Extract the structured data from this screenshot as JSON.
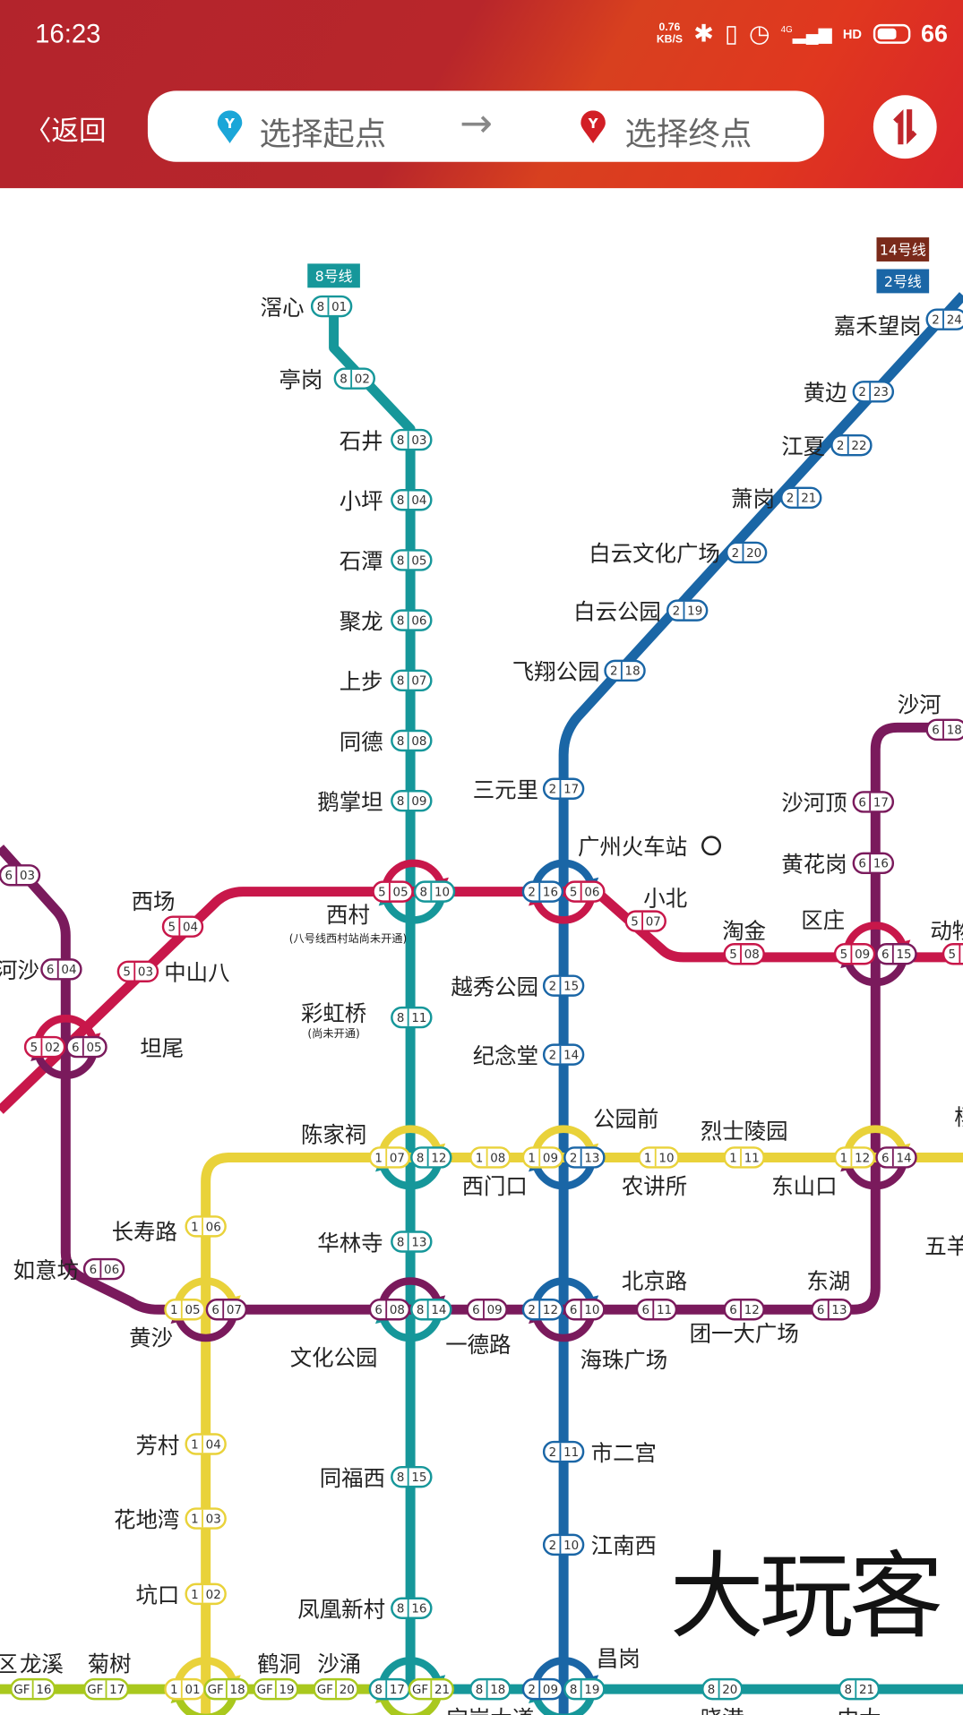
{
  "status_bar": {
    "time": "16:23",
    "speed_value": "0.76",
    "speed_unit": "KB/S",
    "network": "4G",
    "battery": "66"
  },
  "header": {
    "back_label": "返回",
    "start_placeholder": "选择起点",
    "end_placeholder": "选择终点",
    "arrow": "→"
  },
  "colors": {
    "line1": "#e9d23a",
    "line2": "#1a66a6",
    "line5": "#c8174a",
    "line6": "#7a1a5c",
    "line8": "#16979a",
    "lineGF": "#a9c81e",
    "line14": "#7a2a1a",
    "header": "#b3242c"
  },
  "line_tags": [
    {
      "label": "8号线",
      "color": "#16979a"
    },
    {
      "label": "14号线",
      "color": "#7a2a1a"
    },
    {
      "label": "2号线",
      "color": "#1a66a6"
    }
  ],
  "stations": [
    {
      "name": "滘心",
      "codes": [
        [
          "8",
          "01"
        ]
      ]
    },
    {
      "name": "亭岗",
      "codes": [
        [
          "8",
          "02"
        ]
      ]
    },
    {
      "name": "石井",
      "codes": [
        [
          "8",
          "03"
        ]
      ]
    },
    {
      "name": "小坪",
      "codes": [
        [
          "8",
          "04"
        ]
      ]
    },
    {
      "name": "石潭",
      "codes": [
        [
          "8",
          "05"
        ]
      ]
    },
    {
      "name": "聚龙",
      "codes": [
        [
          "8",
          "06"
        ]
      ]
    },
    {
      "name": "上步",
      "codes": [
        [
          "8",
          "07"
        ]
      ]
    },
    {
      "name": "同德",
      "codes": [
        [
          "8",
          "08"
        ]
      ]
    },
    {
      "name": "鹅掌坦",
      "codes": [
        [
          "8",
          "09"
        ]
      ]
    },
    {
      "name": "西村",
      "sub": "(八号线西村站尚未开通)",
      "codes": [
        [
          "5",
          "05"
        ],
        [
          "8",
          "10"
        ]
      ]
    },
    {
      "name": "彩虹桥",
      "sub": "(尚未开通)",
      "codes": [
        [
          "8",
          "11"
        ]
      ]
    },
    {
      "name": "陈家祠",
      "codes": [
        [
          "1",
          "07"
        ],
        [
          "8",
          "12"
        ]
      ]
    },
    {
      "name": "华林寺",
      "codes": [
        [
          "8",
          "13"
        ]
      ]
    },
    {
      "name": "文化公园",
      "codes": [
        [
          "6",
          "08"
        ],
        [
          "8",
          "14"
        ]
      ]
    },
    {
      "name": "同福西",
      "codes": [
        [
          "8",
          "15"
        ]
      ]
    },
    {
      "name": "凤凰新村",
      "codes": [
        [
          "8",
          "16"
        ]
      ]
    },
    {
      "name": "嘉禾望岗",
      "codes": [
        [
          "2",
          "24"
        ]
      ]
    },
    {
      "name": "黄边",
      "codes": [
        [
          "2",
          "23"
        ]
      ]
    },
    {
      "name": "江夏",
      "codes": [
        [
          "2",
          "22"
        ]
      ]
    },
    {
      "name": "萧岗",
      "codes": [
        [
          "2",
          "21"
        ]
      ]
    },
    {
      "name": "白云文化广场",
      "codes": [
        [
          "2",
          "20"
        ]
      ]
    },
    {
      "name": "白云公园",
      "codes": [
        [
          "2",
          "19"
        ]
      ]
    },
    {
      "name": "飞翔公园",
      "codes": [
        [
          "2",
          "18"
        ]
      ]
    },
    {
      "name": "三元里",
      "codes": [
        [
          "2",
          "17"
        ]
      ]
    },
    {
      "name": "广州火车站",
      "codes": [
        [
          "2",
          "16"
        ],
        [
          "5",
          "06"
        ]
      ]
    },
    {
      "name": "越秀公园",
      "codes": [
        [
          "2",
          "15"
        ]
      ]
    },
    {
      "name": "纪念堂",
      "codes": [
        [
          "2",
          "14"
        ]
      ]
    },
    {
      "name": "公园前",
      "codes": [
        [
          "1",
          "09"
        ],
        [
          "2",
          "13"
        ]
      ]
    },
    {
      "name": "西门口",
      "codes": [
        [
          "1",
          "08"
        ]
      ]
    },
    {
      "name": "农讲所",
      "codes": [
        [
          "1",
          "10"
        ]
      ]
    },
    {
      "name": "烈士陵园",
      "codes": [
        [
          "1",
          "11"
        ]
      ]
    },
    {
      "name": "东山口",
      "codes": [
        [
          "1",
          "12"
        ],
        [
          "6",
          "14"
        ]
      ]
    },
    {
      "name": "海珠广场",
      "codes": [
        [
          "2",
          "12"
        ],
        [
          "6",
          "10"
        ]
      ]
    },
    {
      "name": "北京路",
      "codes": [
        [
          "6",
          "11"
        ]
      ]
    },
    {
      "name": "团一大广场",
      "codes": [
        [
          "6",
          "12"
        ]
      ]
    },
    {
      "name": "东湖",
      "codes": [
        [
          "6",
          "13"
        ]
      ]
    },
    {
      "name": "一德路",
      "codes": [
        [
          "6",
          "09"
        ]
      ]
    },
    {
      "name": "市二宫",
      "codes": [
        [
          "2",
          "11"
        ]
      ]
    },
    {
      "name": "江南西",
      "codes": [
        [
          "2",
          "10"
        ]
      ]
    },
    {
      "name": "小北",
      "codes": [
        [
          "5",
          "07"
        ]
      ]
    },
    {
      "name": "淘金",
      "codes": [
        [
          "5",
          "08"
        ]
      ]
    },
    {
      "name": "区庄",
      "codes": [
        [
          "5",
          "09"
        ],
        [
          "6",
          "15"
        ]
      ]
    },
    {
      "name": "动物",
      "codes": [
        [
          "5",
          ""
        ]
      ]
    },
    {
      "name": "西场",
      "codes": [
        [
          "5",
          "04"
        ]
      ]
    },
    {
      "name": "中山八",
      "codes": [
        [
          "5",
          "03"
        ]
      ]
    },
    {
      "name": "坦尾",
      "codes": [
        [
          "5",
          "02"
        ],
        [
          "6",
          "05"
        ]
      ]
    },
    {
      "name": "",
      "codes": [
        [
          "6",
          "03"
        ]
      ]
    },
    {
      "name": "河沙",
      "codes": [
        [
          "6",
          "04"
        ]
      ]
    },
    {
      "name": "如意坊",
      "codes": [
        [
          "6",
          "06"
        ]
      ]
    },
    {
      "name": "黄沙",
      "codes": [
        [
          "1",
          "05"
        ],
        [
          "6",
          "07"
        ]
      ]
    },
    {
      "name": "长寿路",
      "codes": [
        [
          "1",
          "06"
        ]
      ]
    },
    {
      "name": "芳村",
      "codes": [
        [
          "1",
          "04"
        ]
      ]
    },
    {
      "name": "花地湾",
      "codes": [
        [
          "1",
          "03"
        ]
      ]
    },
    {
      "name": "坑口",
      "codes": [
        [
          "1",
          "02"
        ]
      ]
    },
    {
      "name": "沙河顶",
      "codes": [
        [
          "6",
          "17"
        ]
      ]
    },
    {
      "name": "黄花岗",
      "codes": [
        [
          "6",
          "16"
        ]
      ]
    },
    {
      "name": "沙河",
      "codes": [
        [
          "6",
          "18"
        ]
      ]
    },
    {
      "name": "五羊",
      "codes": []
    },
    {
      "name": "杨",
      "codes": []
    },
    {
      "name": "龙溪",
      "codes": [
        [
          "GF",
          "16"
        ]
      ]
    },
    {
      "name": "菊树",
      "codes": [
        [
          "GF",
          "17"
        ]
      ]
    },
    {
      "name": "",
      "codes": [
        [
          "1",
          "01"
        ],
        [
          "GF",
          "18"
        ]
      ]
    },
    {
      "name": "鹤洞",
      "codes": [
        [
          "GF",
          "19"
        ]
      ]
    },
    {
      "name": "沙涌",
      "codes": [
        [
          "GF",
          "20"
        ]
      ]
    },
    {
      "name": "",
      "codes": [
        [
          "8",
          "17"
        ],
        [
          "GF",
          "21"
        ]
      ]
    },
    {
      "name": "宝岗大道",
      "codes": [
        [
          "8",
          "18"
        ]
      ]
    },
    {
      "name": "昌岗",
      "codes": [
        [
          "2",
          "09"
        ],
        [
          "8",
          "19"
        ]
      ]
    },
    {
      "name": "晓港",
      "codes": [
        [
          "8",
          "20"
        ]
      ]
    },
    {
      "name": "中大",
      "codes": [
        [
          "8",
          "21"
        ]
      ]
    },
    {
      "name": "区",
      "codes": []
    }
  ],
  "watermark": "大玩客"
}
